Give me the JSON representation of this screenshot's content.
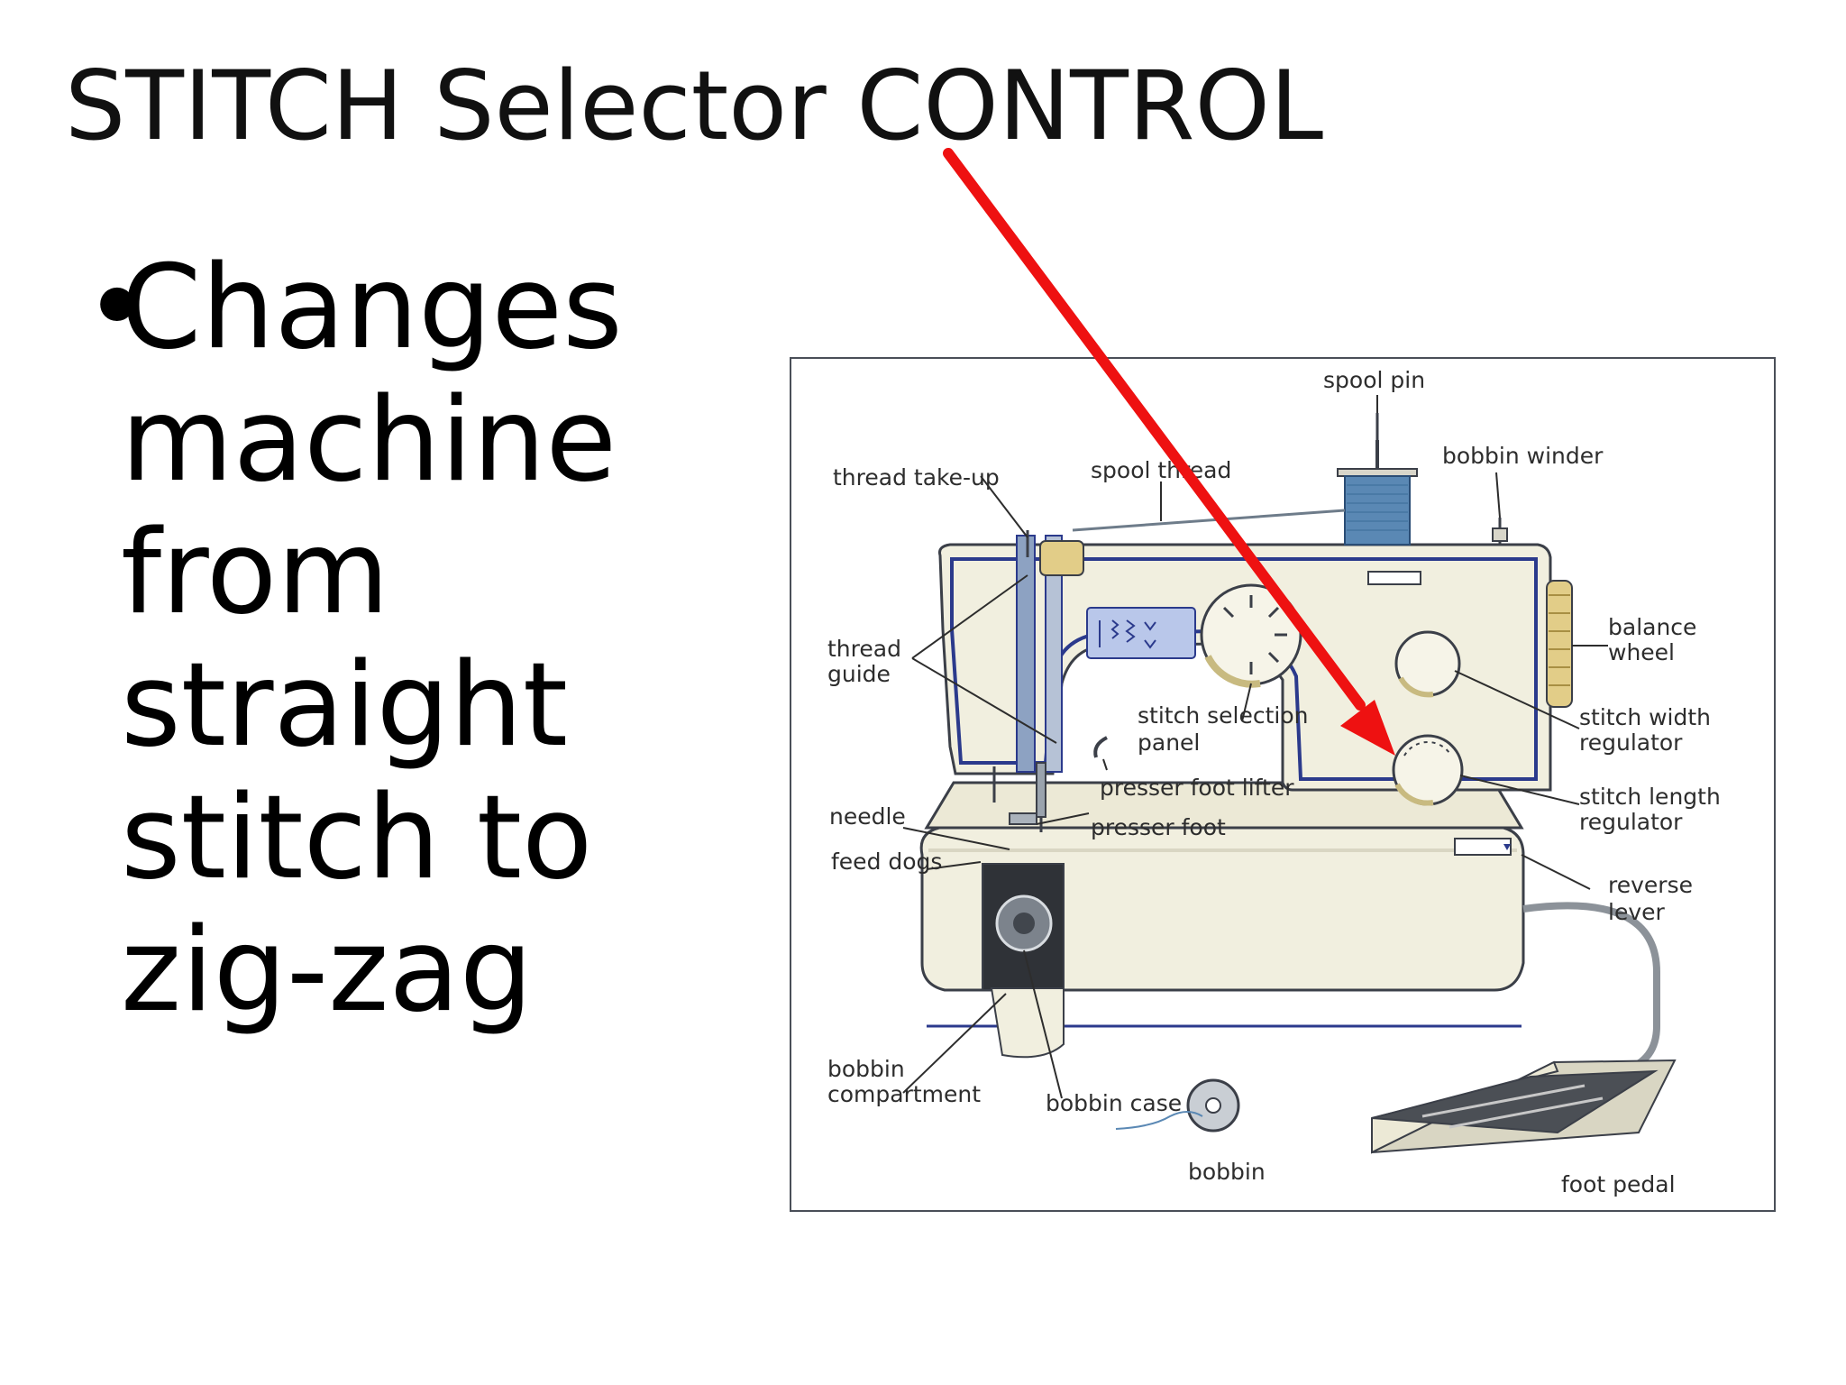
{
  "slide": {
    "title": "STITCH Selector CONTROL",
    "bullet_symbol": "•",
    "bullet_lines": [
      "Changes",
      "machine",
      "from",
      "straight",
      "stitch to",
      "zig-zag"
    ]
  },
  "diagram": {
    "labels": {
      "spool_pin": "spool pin",
      "bobbin_winder": "bobbin winder",
      "thread_take_up": "thread take-up",
      "spool_thread": "spool thread",
      "thread_guide_1": "thread",
      "thread_guide_2": "guide",
      "balance_wheel_1": "balance",
      "balance_wheel_2": "wheel",
      "stitch_selection_panel_1": "stitch selection",
      "stitch_selection_panel_2": "panel",
      "stitch_width_regulator_1": "stitch width",
      "stitch_width_regulator_2": "regulator",
      "presser_foot_lifter": "presser foot lifter",
      "stitch_length_regulator_1": "stitch length",
      "stitch_length_regulator_2": "regulator",
      "needle": "needle",
      "presser_foot": "presser foot",
      "feed_dogs": "feed dogs",
      "reverse_lever_1": "reverse",
      "reverse_lever_2": "lever",
      "bobbin_compartment_1": "bobbin",
      "bobbin_compartment_2": "compartment",
      "bobbin_case": "bobbin case",
      "bobbin": "bobbin",
      "foot_pedal": "foot pedal"
    },
    "colors": {
      "body": "#f1efdf",
      "outline": "#2b3a8c",
      "spool_thread": "#5a88b4",
      "arrow": "#ee1111"
    }
  }
}
